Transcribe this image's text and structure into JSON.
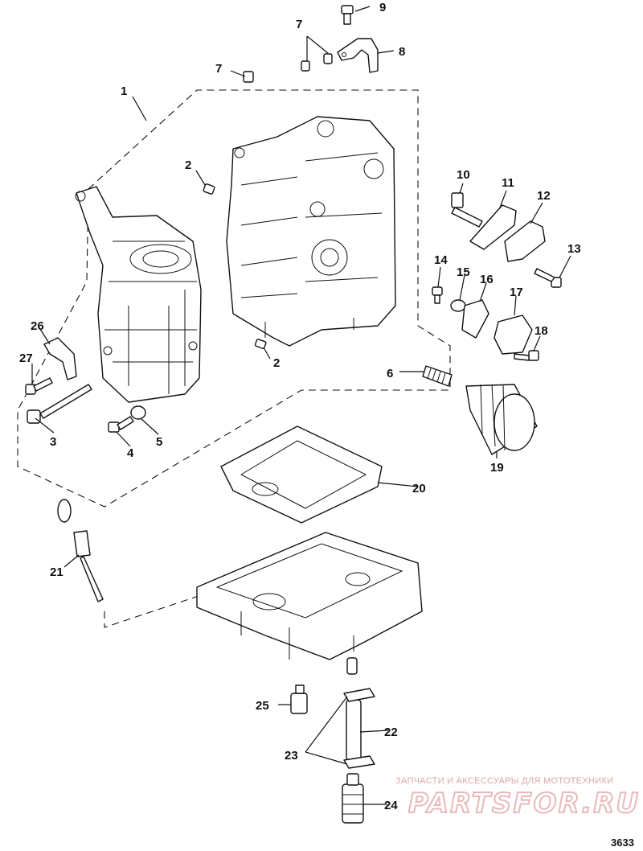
{
  "diagram": {
    "callouts": [
      "1",
      "2",
      "2",
      "3",
      "4",
      "5",
      "6",
      "7",
      "7",
      "8",
      "9",
      "10",
      "11",
      "12",
      "13",
      "14",
      "15",
      "16",
      "17",
      "18",
      "19",
      "20",
      "21",
      "22",
      "23",
      "24",
      "25",
      "26",
      "27"
    ],
    "figure_number": "3633"
  },
  "watermark": {
    "caption": "ЗАПЧАСТИ И АКСЕССУАРЫ ДЛЯ МОТОТЕХНИКИ",
    "brand": "PARTSFOR.RU"
  }
}
